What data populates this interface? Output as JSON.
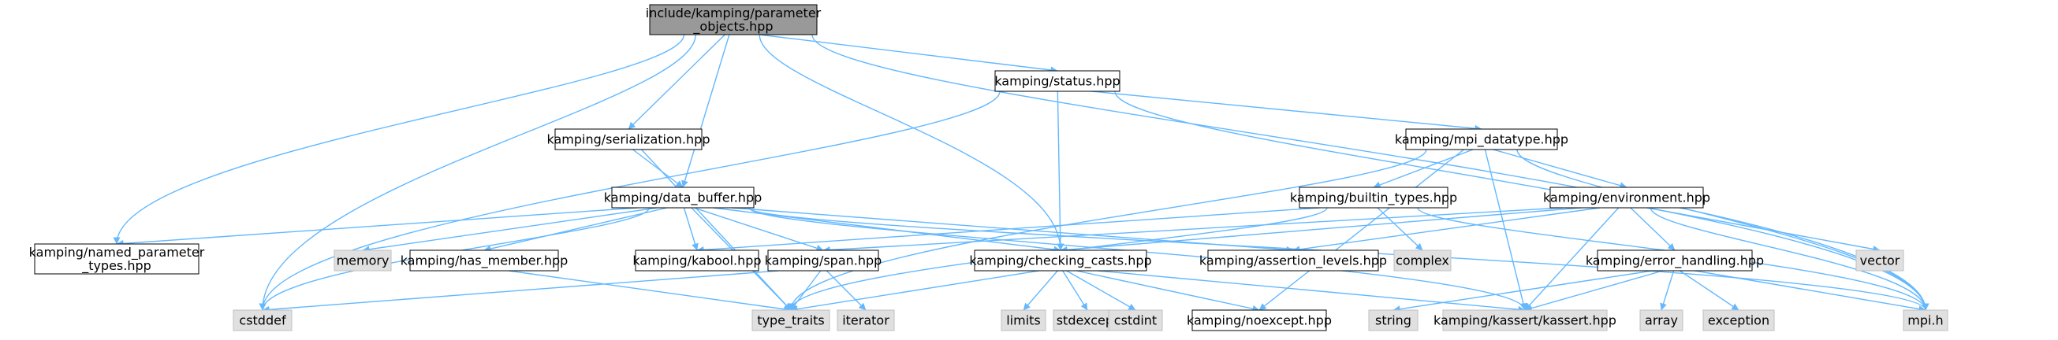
{
  "colors": {
    "edge": "#63b8ff",
    "root_fill": "#999999",
    "header_fill": "#ffffff",
    "external_fill": "#e0e0e0",
    "node_border": "#000000"
  },
  "nodes": {
    "root": {
      "lines": [
        "include/kamping/parameter",
        "_objects.hpp"
      ],
      "kind": "root"
    },
    "status": {
      "lines": [
        "kamping/status.hpp"
      ],
      "kind": "header"
    },
    "serialization": {
      "lines": [
        "kamping/serialization.hpp"
      ],
      "kind": "header"
    },
    "mpi_datatype": {
      "lines": [
        "kamping/mpi_datatype.hpp"
      ],
      "kind": "header"
    },
    "data_buffer": {
      "lines": [
        "kamping/data_buffer.hpp"
      ],
      "kind": "header"
    },
    "builtin_types": {
      "lines": [
        "kamping/builtin_types.hpp"
      ],
      "kind": "header"
    },
    "environment": {
      "lines": [
        "kamping/environment.hpp"
      ],
      "kind": "header"
    },
    "named_parameter_types": {
      "lines": [
        "kamping/named_parameter",
        "_types.hpp"
      ],
      "kind": "header"
    },
    "memory": {
      "lines": [
        "memory"
      ],
      "kind": "external"
    },
    "has_member": {
      "lines": [
        "kamping/has_member.hpp"
      ],
      "kind": "header"
    },
    "kabool": {
      "lines": [
        "kamping/kabool.hpp"
      ],
      "kind": "header"
    },
    "span": {
      "lines": [
        "kamping/span.hpp"
      ],
      "kind": "header"
    },
    "checking_casts": {
      "lines": [
        "kamping/checking_casts.hpp"
      ],
      "kind": "header"
    },
    "assertion_levels": {
      "lines": [
        "kamping/assertion_levels.hpp"
      ],
      "kind": "header"
    },
    "complex": {
      "lines": [
        "complex"
      ],
      "kind": "external"
    },
    "error_handling": {
      "lines": [
        "kamping/error_handling.hpp"
      ],
      "kind": "header"
    },
    "vector": {
      "lines": [
        "vector"
      ],
      "kind": "external"
    },
    "cstddef": {
      "lines": [
        "cstddef"
      ],
      "kind": "external"
    },
    "type_traits": {
      "lines": [
        "type_traits"
      ],
      "kind": "external"
    },
    "iterator": {
      "lines": [
        "iterator"
      ],
      "kind": "external"
    },
    "limits": {
      "lines": [
        "limits"
      ],
      "kind": "external"
    },
    "stdexcept": {
      "lines": [
        "stdexcept"
      ],
      "kind": "external"
    },
    "cstdint": {
      "lines": [
        "cstdint"
      ],
      "kind": "external"
    },
    "noexcept": {
      "lines": [
        "kamping/noexcept.hpp"
      ],
      "kind": "header"
    },
    "string": {
      "lines": [
        "string"
      ],
      "kind": "external"
    },
    "kassert": {
      "lines": [
        "kamping/kassert/kassert.hpp"
      ],
      "kind": "external"
    },
    "array": {
      "lines": [
        "array"
      ],
      "kind": "external"
    },
    "exception": {
      "lines": [
        "exception"
      ],
      "kind": "external"
    },
    "mpi_h": {
      "lines": [
        "mpi.h"
      ],
      "kind": "external"
    }
  },
  "edges": [
    [
      "root",
      "status"
    ],
    [
      "root",
      "serialization"
    ],
    [
      "root",
      "data_buffer"
    ],
    [
      "root",
      "named_parameter_types"
    ],
    [
      "root",
      "checking_casts"
    ],
    [
      "root",
      "cstddef"
    ],
    [
      "root",
      "mpi_h"
    ],
    [
      "status",
      "mpi_datatype"
    ],
    [
      "status",
      "checking_casts"
    ],
    [
      "status",
      "cstddef"
    ],
    [
      "status",
      "mpi_h"
    ],
    [
      "serialization",
      "data_buffer"
    ],
    [
      "serialization",
      "type_traits"
    ],
    [
      "mpi_datatype",
      "builtin_types"
    ],
    [
      "mpi_datatype",
      "environment"
    ],
    [
      "mpi_datatype",
      "type_traits"
    ],
    [
      "mpi_datatype",
      "noexcept"
    ],
    [
      "mpi_datatype",
      "kassert"
    ],
    [
      "mpi_datatype",
      "mpi_h"
    ],
    [
      "data_buffer",
      "named_parameter_types"
    ],
    [
      "data_buffer",
      "memory"
    ],
    [
      "data_buffer",
      "has_member"
    ],
    [
      "data_buffer",
      "kabool"
    ],
    [
      "data_buffer",
      "span"
    ],
    [
      "data_buffer",
      "checking_casts"
    ],
    [
      "data_buffer",
      "assertion_levels"
    ],
    [
      "data_buffer",
      "cstddef"
    ],
    [
      "data_buffer",
      "type_traits"
    ],
    [
      "data_buffer",
      "kassert"
    ],
    [
      "data_buffer",
      "mpi_h"
    ],
    [
      "builtin_types",
      "kabool"
    ],
    [
      "builtin_types",
      "complex"
    ],
    [
      "builtin_types",
      "type_traits"
    ],
    [
      "builtin_types",
      "mpi_h"
    ],
    [
      "environment",
      "span"
    ],
    [
      "environment",
      "checking_casts"
    ],
    [
      "environment",
      "assertion_levels"
    ],
    [
      "environment",
      "error_handling"
    ],
    [
      "environment",
      "vector"
    ],
    [
      "environment",
      "kassert"
    ],
    [
      "environment",
      "mpi_h"
    ],
    [
      "has_member",
      "type_traits"
    ],
    [
      "span",
      "cstddef"
    ],
    [
      "span",
      "type_traits"
    ],
    [
      "span",
      "iterator"
    ],
    [
      "checking_casts",
      "type_traits"
    ],
    [
      "checking_casts",
      "limits"
    ],
    [
      "checking_casts",
      "stdexcept"
    ],
    [
      "checking_casts",
      "cstdint"
    ],
    [
      "checking_casts",
      "noexcept"
    ],
    [
      "checking_casts",
      "kassert"
    ],
    [
      "error_handling",
      "string"
    ],
    [
      "error_handling",
      "kassert"
    ],
    [
      "error_handling",
      "array"
    ],
    [
      "error_handling",
      "exception"
    ],
    [
      "error_handling",
      "mpi_h"
    ]
  ]
}
